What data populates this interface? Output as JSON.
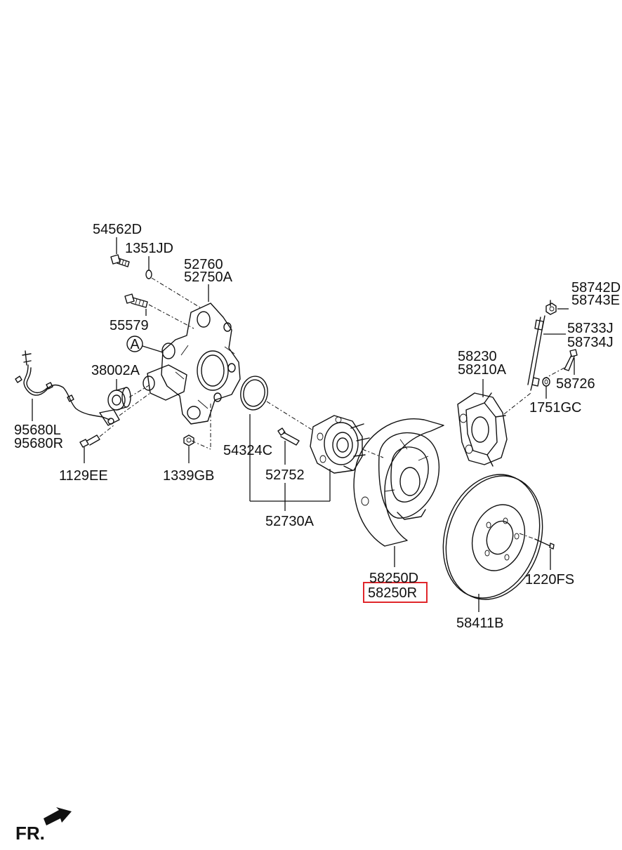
{
  "labels": {
    "p54562D": "54562D",
    "p1351JD": "1351JD",
    "p52760": "52760",
    "p52750A": "52750A",
    "p55579": "55579",
    "refA": "A",
    "p38002A": "38002A",
    "p95680L": "95680L",
    "p95680R": "95680R",
    "p1129EE": "1129EE",
    "p1339GB": "1339GB",
    "p54324C": "54324C",
    "p52752": "52752",
    "p52730A": "52730A",
    "p58742D": "58742D",
    "p58743E": "58743E",
    "p58733J": "58733J",
    "p58734J": "58734J",
    "p58230": "58230",
    "p58210A": "58210A",
    "p58726": "58726",
    "p1751GC": "1751GC",
    "p58250D": "58250D",
    "p58250R": "58250R",
    "p1220FS": "1220FS",
    "p58411B": "58411B"
  },
  "highlighted_part": "58250R",
  "highlight_color": "#e0262b",
  "front_marker": "FR."
}
